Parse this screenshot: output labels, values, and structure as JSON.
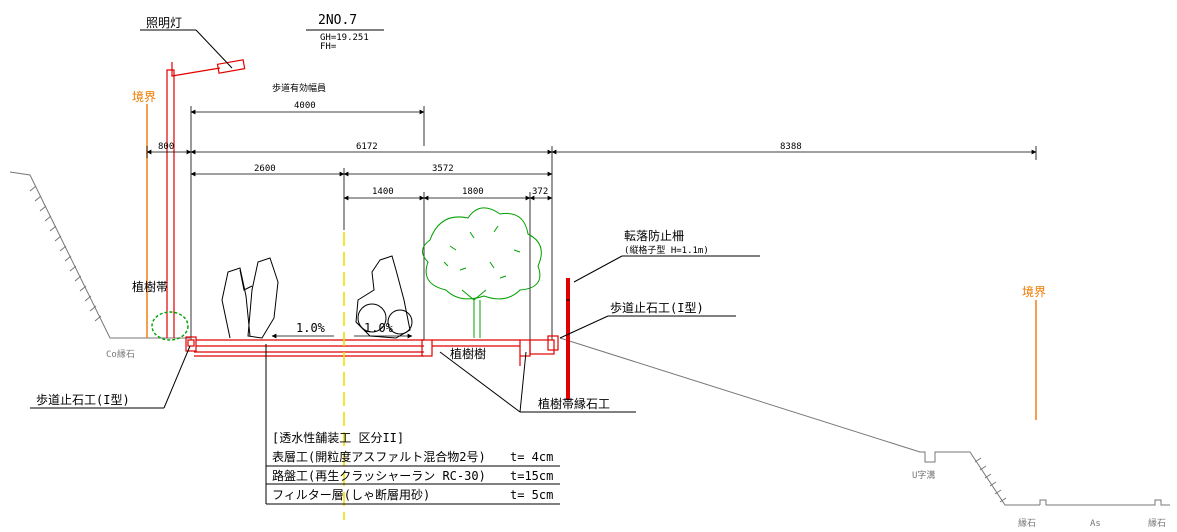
{
  "title": {
    "code": "2NO.7",
    "gh": "GH=19.251",
    "fh": "FH="
  },
  "labels": {
    "light": "照明灯",
    "boundary_left": "境界",
    "boundary_right": "境界",
    "effective_width": "歩道有効幅員",
    "planting_strip": "植樹帯",
    "co_curb": "Co縁石",
    "street_tree": "植樹樹",
    "fence": "転落防止柵",
    "fence_type": "(縦格子型 H=1.1m)",
    "curb_right": "歩道止石工(I型)",
    "curb_left": "歩道止石工(I型)",
    "planting_curb": "植樹帯縁石工",
    "u_ditch": "U字溝",
    "curb_a": "縁石",
    "as": "As",
    "curb_b": "縁石"
  },
  "dims": {
    "d4000": "4000",
    "d800": "800",
    "d6172": "6172",
    "d8388": "8388",
    "d2600": "2600",
    "d3572": "3572",
    "d1400": "1400",
    "d1800": "1800",
    "d372": "372"
  },
  "slopes": {
    "left": "1.0%",
    "right": "1.0%"
  },
  "pavement": {
    "header": "[透水性舗装工 区分II]",
    "layers": [
      {
        "name": "表層工(開粒度アスファルト混合物2号)",
        "t": "t= 4cm"
      },
      {
        "name": "路盤工(再生クラッシャーラン RC-30)",
        "t": "t=15cm"
      },
      {
        "name": "フィルター層(しゃ断層用砂)",
        "t": "t= 5cm"
      }
    ]
  },
  "colors": {
    "road_red": "#e00000",
    "boundary": "#f07800",
    "tree": "#00a000",
    "center": "#f0e000"
  }
}
